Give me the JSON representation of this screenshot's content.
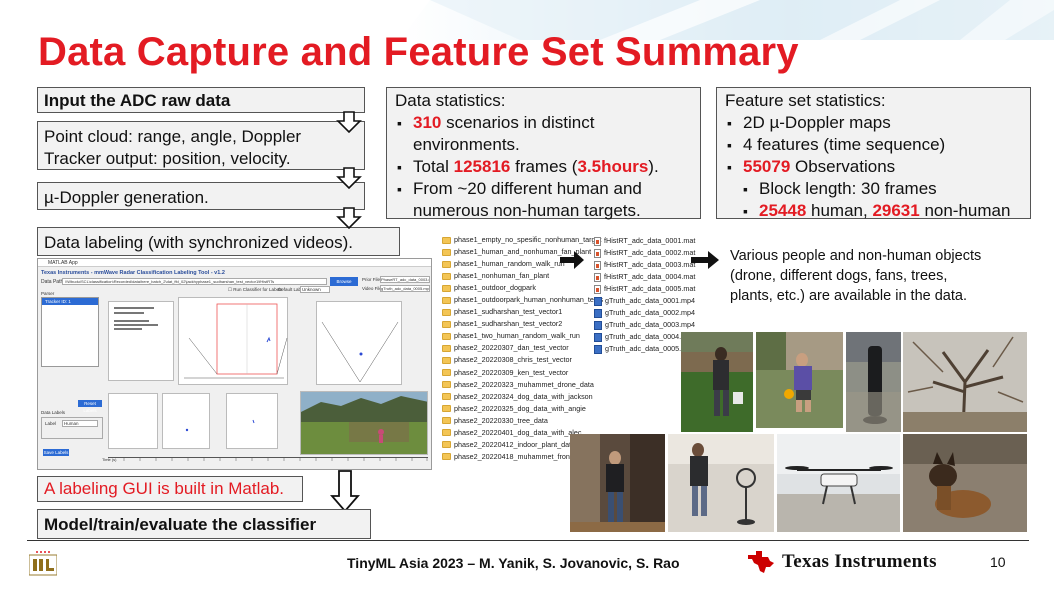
{
  "slide": {
    "title": "Data Capture and Feature Set Summary",
    "page_number": "10",
    "footer": "TinyML Asia 2023 – M. Yanik, S. Jovanovic, S. Rao",
    "brand": "Texas Instruments",
    "accent_color": "#e31b23"
  },
  "flow": {
    "step1": "Input the ADC raw data",
    "step2_line1": "Point cloud: range, angle, Doppler",
    "step2_line2": "Tracker output: position, velocity.",
    "step3": "µ-Doppler generation.",
    "step4": "Data labeling (with synchronized videos).",
    "note": "A labeling GUI is built in Matlab.",
    "step5": "Model/train/evaluate the classifier"
  },
  "data_stats": {
    "heading": "Data statistics:",
    "item1_value": "310",
    "item1_text": " scenarios in distinct",
    "item1_cont": "environments.",
    "item2_prefix": "Total ",
    "item2_value": "125816",
    "item2_mid": " frames (",
    "item2_hours": "3.5hours",
    "item2_suffix": ").",
    "item3_line1": "From ~20 different human and",
    "item3_line2": "numerous non-human targets."
  },
  "feature_stats": {
    "heading": "Feature set statistics:",
    "item1": "2D µ-Doppler maps",
    "item2": "4 features (time sequence)",
    "item3_value": "55079",
    "item3_text": " Observations",
    "sub1": "Block length: 30 frames",
    "sub2_human": "25448",
    "sub2_human_text": " human, ",
    "sub2_nonhuman": "29631",
    "sub2_nonhuman_text": " non-human"
  },
  "matlab_app": {
    "window_title": "MATLAB App",
    "header": "Texas Instruments - mmWave Radar Classification Labeling Tool - v1.2",
    "data_path_label": "Data Path:",
    "data_path_value": "\\\\Wbudu\\SCL\\classification\\Recorded\\data\\here_batch_2\\dat_ffd_02\\jackhyphase1_sudharshan_test_vector1\\fHistRTs",
    "browse_label": "Browse",
    "prior_file_label": "Prior File",
    "prior_file_value": "PhaseRT_adc_data_0003.mat",
    "video_file_label": "Video File",
    "video_file_value": "gTruth_adc_data_0005.mp4",
    "run_classifier_label": "Run Classifier for Labels",
    "default_label": "Default Label",
    "default_value": "Unknown",
    "parser_label": "Parser",
    "list_selected": "Tracker ID: 1",
    "reset_labels": "Reset Labels",
    "data_labels": "Data Labels",
    "label_label": "Label",
    "label_value": "Human",
    "save_labels": "Save Labels",
    "time_label": "Time (s)"
  },
  "folders": [
    "phase1_empty_no_spesific_nonhuman_target",
    "phase1_human_and_nonhuman_fan_plant",
    "phase1_human_random_walk_run",
    "phase1_nonhuman_fan_plant",
    "phase1_outdoor_dogpark",
    "phase1_outdoorpark_human_nonhuman_tests",
    "phase1_sudharshan_test_vector1",
    "phase1_sudharshan_test_vector2",
    "phase1_two_human_random_walk_run",
    "phase2_20220307_dan_test_vector",
    "phase2_20220308_chris_test_vector",
    "phase2_20220309_ken_test_vector",
    "phase2_20220323_muhammet_drone_data",
    "phase2_20220324_dog_data_with_jackson",
    "phase2_20220325_dog_data_with_angie",
    "phase2_20220330_tree_data",
    "phase2_20220401_dog_data_with_alec",
    "phase2_20220412_indoor_plant_data",
    "phase2_20220418_muhammet_frontyard_human_data"
  ],
  "files": [
    {
      "name": "fHistRT_adc_data_0001.mat",
      "type": "mat"
    },
    {
      "name": "fHistRT_adc_data_0002.mat",
      "type": "mat"
    },
    {
      "name": "fHistRT_adc_data_0003.mat",
      "type": "mat"
    },
    {
      "name": "fHistRT_adc_data_0004.mat",
      "type": "mat"
    },
    {
      "name": "fHistRT_adc_data_0005.mat",
      "type": "mat"
    },
    {
      "name": "gTruth_adc_data_0001.mp4",
      "type": "mp4"
    },
    {
      "name": "gTruth_adc_data_0002.mp4",
      "type": "mp4"
    },
    {
      "name": "gTruth_adc_data_0003.mp4",
      "type": "mp4"
    },
    {
      "name": "gTruth_adc_data_0004.mp4",
      "type": "mp4"
    },
    {
      "name": "gTruth_adc_data_0005.mp4",
      "type": "mp4"
    }
  ],
  "various": {
    "line1": "Various people and non-human objects",
    "line2": "(drone, different dogs, fans, trees,",
    "line3": "plants, etc.) are available in the data."
  }
}
